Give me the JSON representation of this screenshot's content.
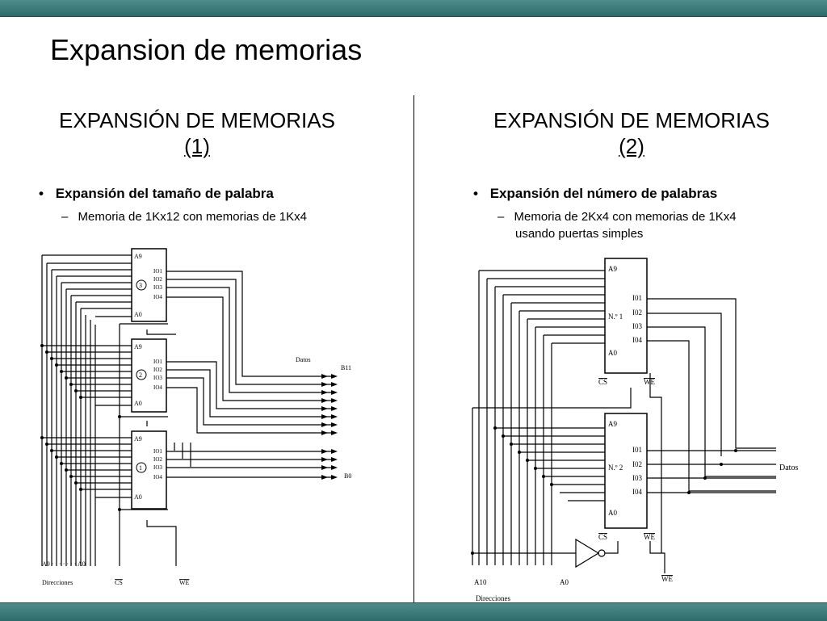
{
  "slide": {
    "title": "Expansion de memorias"
  },
  "left": {
    "heading": "EXPANSIÓN DE MEMORIAS",
    "number": "(1)",
    "bullet_mark": "•",
    "bullet": "Expansión del tamaño de palabra",
    "sub_mark": "–",
    "sub": "Memoria de 1Kx12 con memorias de 1Kx4",
    "diagram": {
      "chips": [
        {
          "id": "3",
          "addr_top": "A9",
          "addr_bottom": "A0",
          "io": [
            "IO1",
            "IO2",
            "IO3",
            "IO4"
          ]
        },
        {
          "id": "2",
          "addr_top": "A9",
          "addr_bottom": "A0",
          "io": [
            "IO1",
            "IO2",
            "IO3",
            "IO4"
          ]
        },
        {
          "id": "1",
          "addr_top": "A9",
          "addr_bottom": "A0",
          "io": [
            "IO1",
            "IO2",
            "IO3",
            "IO4"
          ]
        }
      ],
      "datos": "Datos",
      "b_top": "B11",
      "b_bottom": "B0",
      "addr_range": "A9 · · · · · · · A0",
      "direcciones": "Direcciones",
      "cs": "CS",
      "we": "WE"
    }
  },
  "right": {
    "heading": "EXPANSIÓN DE MEMORIAS",
    "number": "(2)",
    "bullet_mark": "•",
    "bullet": "Expansión del número de palabras",
    "sub_mark": "–",
    "sub_line1": "Memoria de 2Kx4 con memorias de 1Kx4",
    "sub_line2": "usando puertas simples",
    "diagram": {
      "chips": [
        {
          "name": "N.º 1",
          "addr_top": "A9",
          "addr_bottom": "A0",
          "io": [
            "I01",
            "I02",
            "I03",
            "I04"
          ],
          "cs": "CS",
          "we": "WE"
        },
        {
          "name": "N.º 2",
          "addr_top": "A9",
          "addr_bottom": "A0",
          "io": [
            "I01",
            "I02",
            "I03",
            "I04"
          ],
          "cs": "CS",
          "we": "WE"
        }
      ],
      "datos": "Datos",
      "a10": "A10",
      "a0": "A0",
      "direcciones": "Direcciones",
      "we": "WE"
    }
  }
}
